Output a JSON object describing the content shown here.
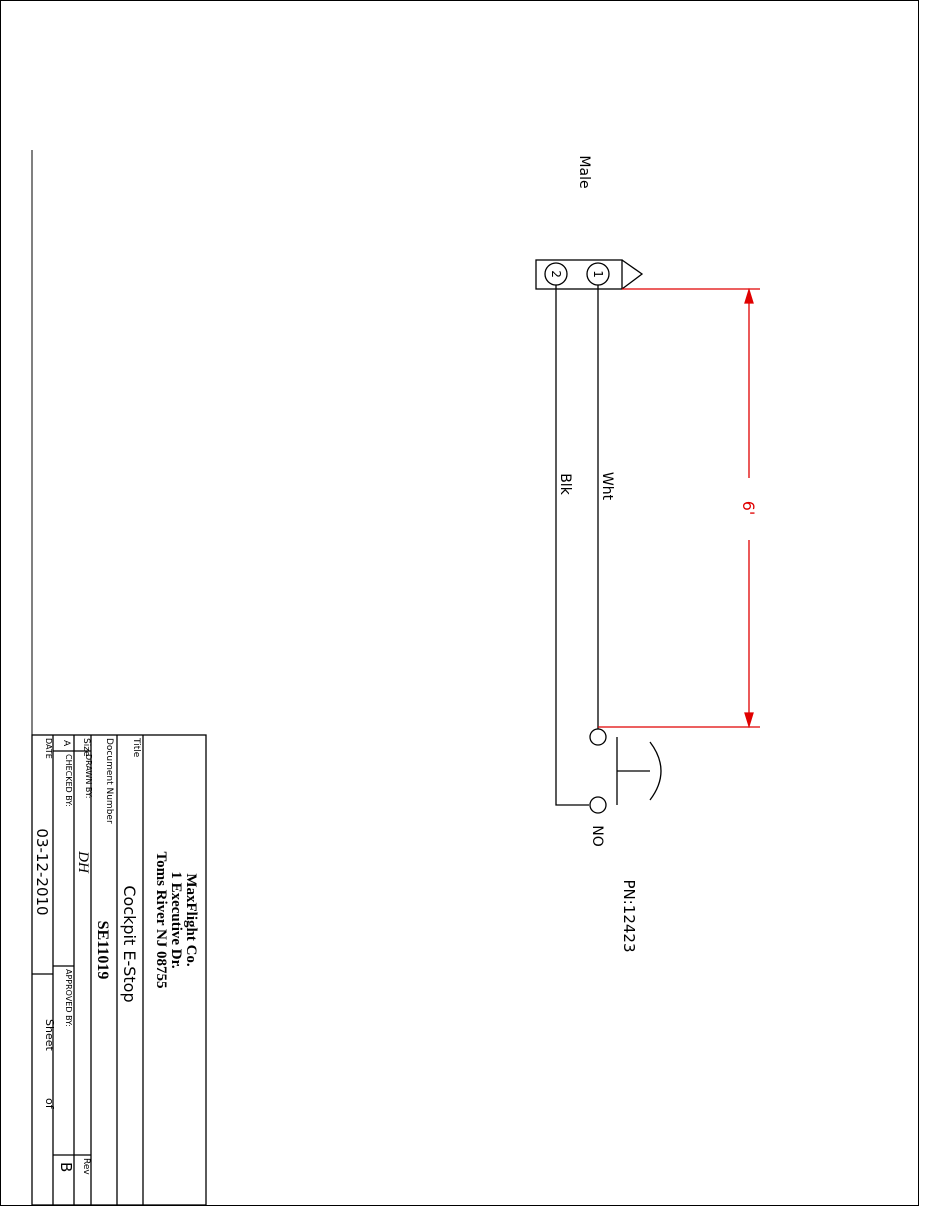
{
  "labels": {
    "connector": "Male",
    "pin1": "1",
    "pin2": "2",
    "wire1": "Wht",
    "wire2": "Blk",
    "length": "6'",
    "switch_contact": "NO",
    "part_number": "PN:12423"
  },
  "title_block": {
    "company": "MaxFlight Co.",
    "address1": "1 Executive Dr.",
    "address2": "Toms River NJ 08755",
    "title_label": "Title",
    "title": "Cockpit E-Stop",
    "doc_number_label": "Document Number",
    "doc_number": "SE11019",
    "size_label": "Size",
    "size": "A",
    "drawn_by_label": "DRAWN BY:",
    "drawn_by": "DH",
    "checked_by_label": "CHECKED BY:",
    "approved_by_label": "APPROVED BY:",
    "date_label": "DATE",
    "date": "03-12-2010",
    "sheet_label": "Sheet",
    "of_label": "of",
    "rev_label": "Rev",
    "rev": "B"
  },
  "colors": {
    "ink": "#000000",
    "dimension": "#e00000"
  }
}
